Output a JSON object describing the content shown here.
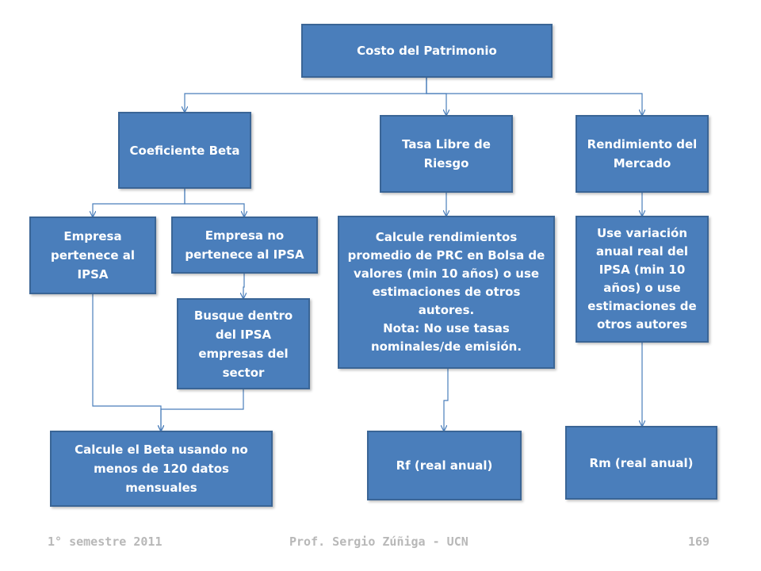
{
  "diagram": {
    "root": "Costo del Patrimonio",
    "beta": {
      "title": "Coeficiente Beta",
      "in_ipsa": "Empresa pertenece al IPSA",
      "not_in_ipsa": "Empresa no pertenece al IPSA",
      "search": "Busque dentro del IPSA empresas del sector",
      "calc": "Calcule el Beta usando no menos de 120 datos mensuales"
    },
    "risk_free": {
      "title": "Tasa Libre de Riesgo",
      "method": "Calcule rendimientos promedio de PRC en Bolsa de valores (min 10 años) o use estimaciones de otros autores.\nNota: No use tasas nominales/de emisión.",
      "result": "Rf (real anual)"
    },
    "market": {
      "title": "Rendimiento del Mercado",
      "method": "Use variación anual real del IPSA (min 10 años) o use estimaciones de otros autores",
      "result": "Rm (real anual)"
    }
  },
  "footer": {
    "left": "1° semestre 2011",
    "center": "Prof. Sergio Zúñiga - UCN",
    "page_number": "169"
  },
  "colors": {
    "box_fill": "#4a7ebb",
    "box_border": "#3a6596",
    "connector": "#4a7ebb",
    "footer_text": "#b8b8b8"
  }
}
